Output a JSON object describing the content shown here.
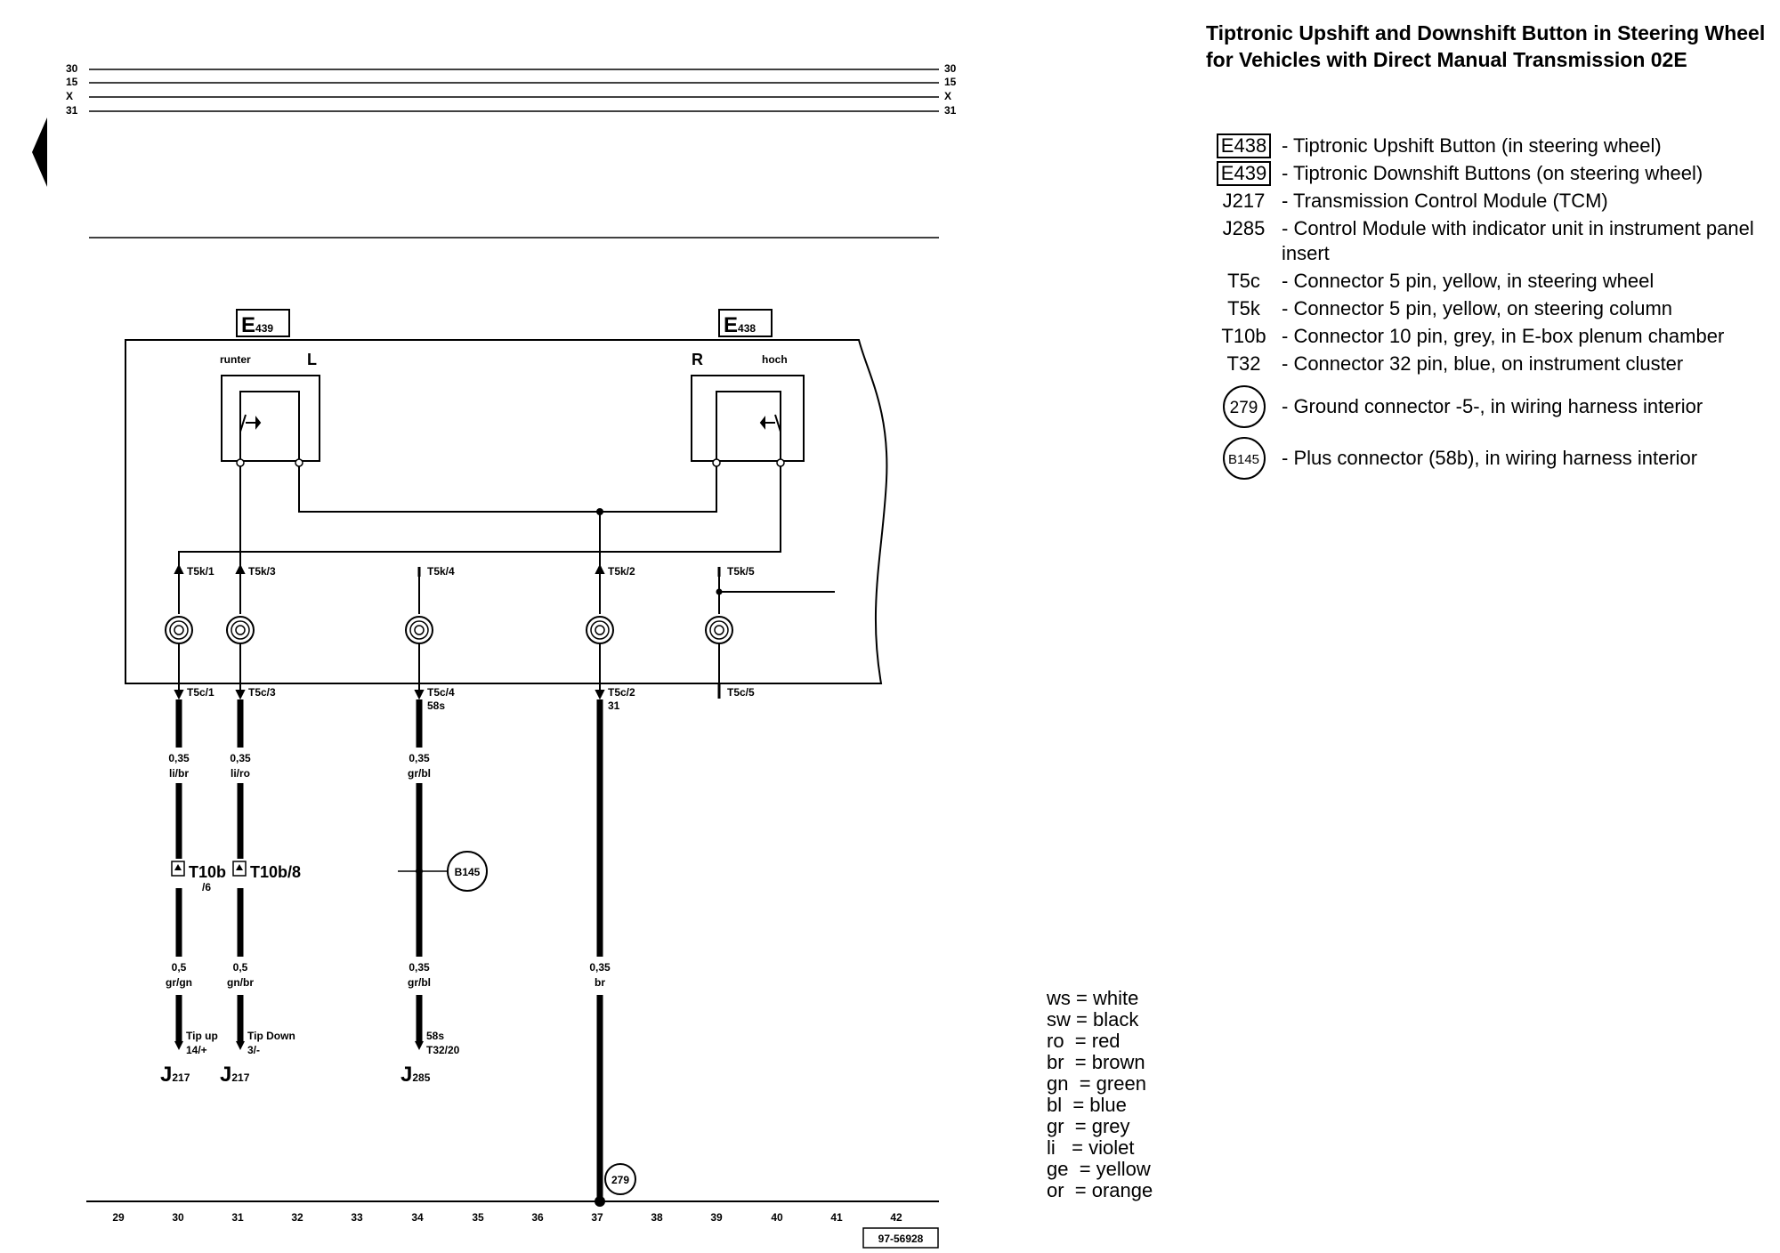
{
  "title": "Tiptronic Upshift and Downshift Button in Steering Wheel for Vehicles with Direct Manual Transmission 02E",
  "legend": [
    {
      "code": "E438",
      "style": "box",
      "desc": "- Tiptronic Upshift Button (in steering wheel)"
    },
    {
      "code": "E439",
      "style": "box",
      "desc": "- Tiptronic Downshift Buttons (on steering wheel)"
    },
    {
      "code": "J217",
      "style": "plain",
      "desc": "- Transmission Control Module (TCM)"
    },
    {
      "code": "J285",
      "style": "plain",
      "desc": "- Control Module with indicator unit in instrument panel insert"
    },
    {
      "code": "T5c",
      "style": "plain",
      "desc": "- Connector 5 pin, yellow, in steering wheel"
    },
    {
      "code": "T5k",
      "style": "plain",
      "desc": "- Connector 5 pin, yellow, on steering column"
    },
    {
      "code": "T10b",
      "style": "plain",
      "desc": "- Connector 10 pin, grey, in E-box plenum chamber"
    },
    {
      "code": "T32",
      "style": "plain",
      "desc": "- Connector 32 pin, blue, on instrument cluster"
    },
    {
      "code": "279",
      "style": "circle",
      "desc": "- Ground connector -5-, in wiring harness interior"
    },
    {
      "code": "B145",
      "style": "circle",
      "desc": "- Plus connector (58b), in wiring harness interior"
    }
  ],
  "color_codes": [
    "ws = white",
    "sw = black",
    "ro  = red",
    "br  = brown",
    "gn  = green",
    "bl  = blue",
    "gr  = grey",
    "li   = violet",
    "ge  = yellow",
    "or  = orange"
  ],
  "rails": {
    "labels": [
      "30",
      "15",
      "X",
      "31"
    ]
  },
  "components": {
    "e439": {
      "code": "E",
      "sub": "439",
      "side": "L",
      "name": "runter"
    },
    "e438": {
      "code": "E",
      "sub": "438",
      "side": "R",
      "name": "hoch"
    }
  },
  "connectors_top": [
    "T5k/1",
    "T5k/3",
    "T5k/4",
    "T5k/2",
    "T5k/5"
  ],
  "connectors_bottom": [
    "T5c/1",
    "T5c/3",
    "T5c/4",
    "T5c/2",
    "T5c/5"
  ],
  "wires": {
    "w1": {
      "upper": [
        "0,35",
        "li/br"
      ],
      "lower": [
        "0,5",
        "gr/gn"
      ],
      "conn": "T10b",
      "conn2": "/6",
      "end": [
        "Tip up",
        "14/+"
      ],
      "dest": "J",
      "dest_sub": "217"
    },
    "w2": {
      "upper": [
        "0,35",
        "li/ro"
      ],
      "lower": [
        "0,5",
        "gn/br"
      ],
      "conn": "T10b/8",
      "end": [
        "Tip Down",
        "3/-"
      ],
      "dest": "J",
      "dest_sub": "217"
    },
    "w3": {
      "t5c_extra": "58s",
      "upper": [
        "0,35",
        "gr/bl"
      ],
      "lower": [
        "0,35",
        "gr/bl"
      ],
      "end": [
        "58s",
        "T32/20"
      ],
      "dest": "J",
      "dest_sub": "285",
      "node": "B145"
    },
    "w4": {
      "t5c_extra": "31",
      "lower": [
        "0,35",
        "br"
      ],
      "ground": "279"
    }
  },
  "grid_numbers": [
    "29",
    "30",
    "31",
    "32",
    "33",
    "34",
    "35",
    "36",
    "37",
    "38",
    "39",
    "40",
    "41",
    "42"
  ],
  "drawing_id": "97-56928"
}
